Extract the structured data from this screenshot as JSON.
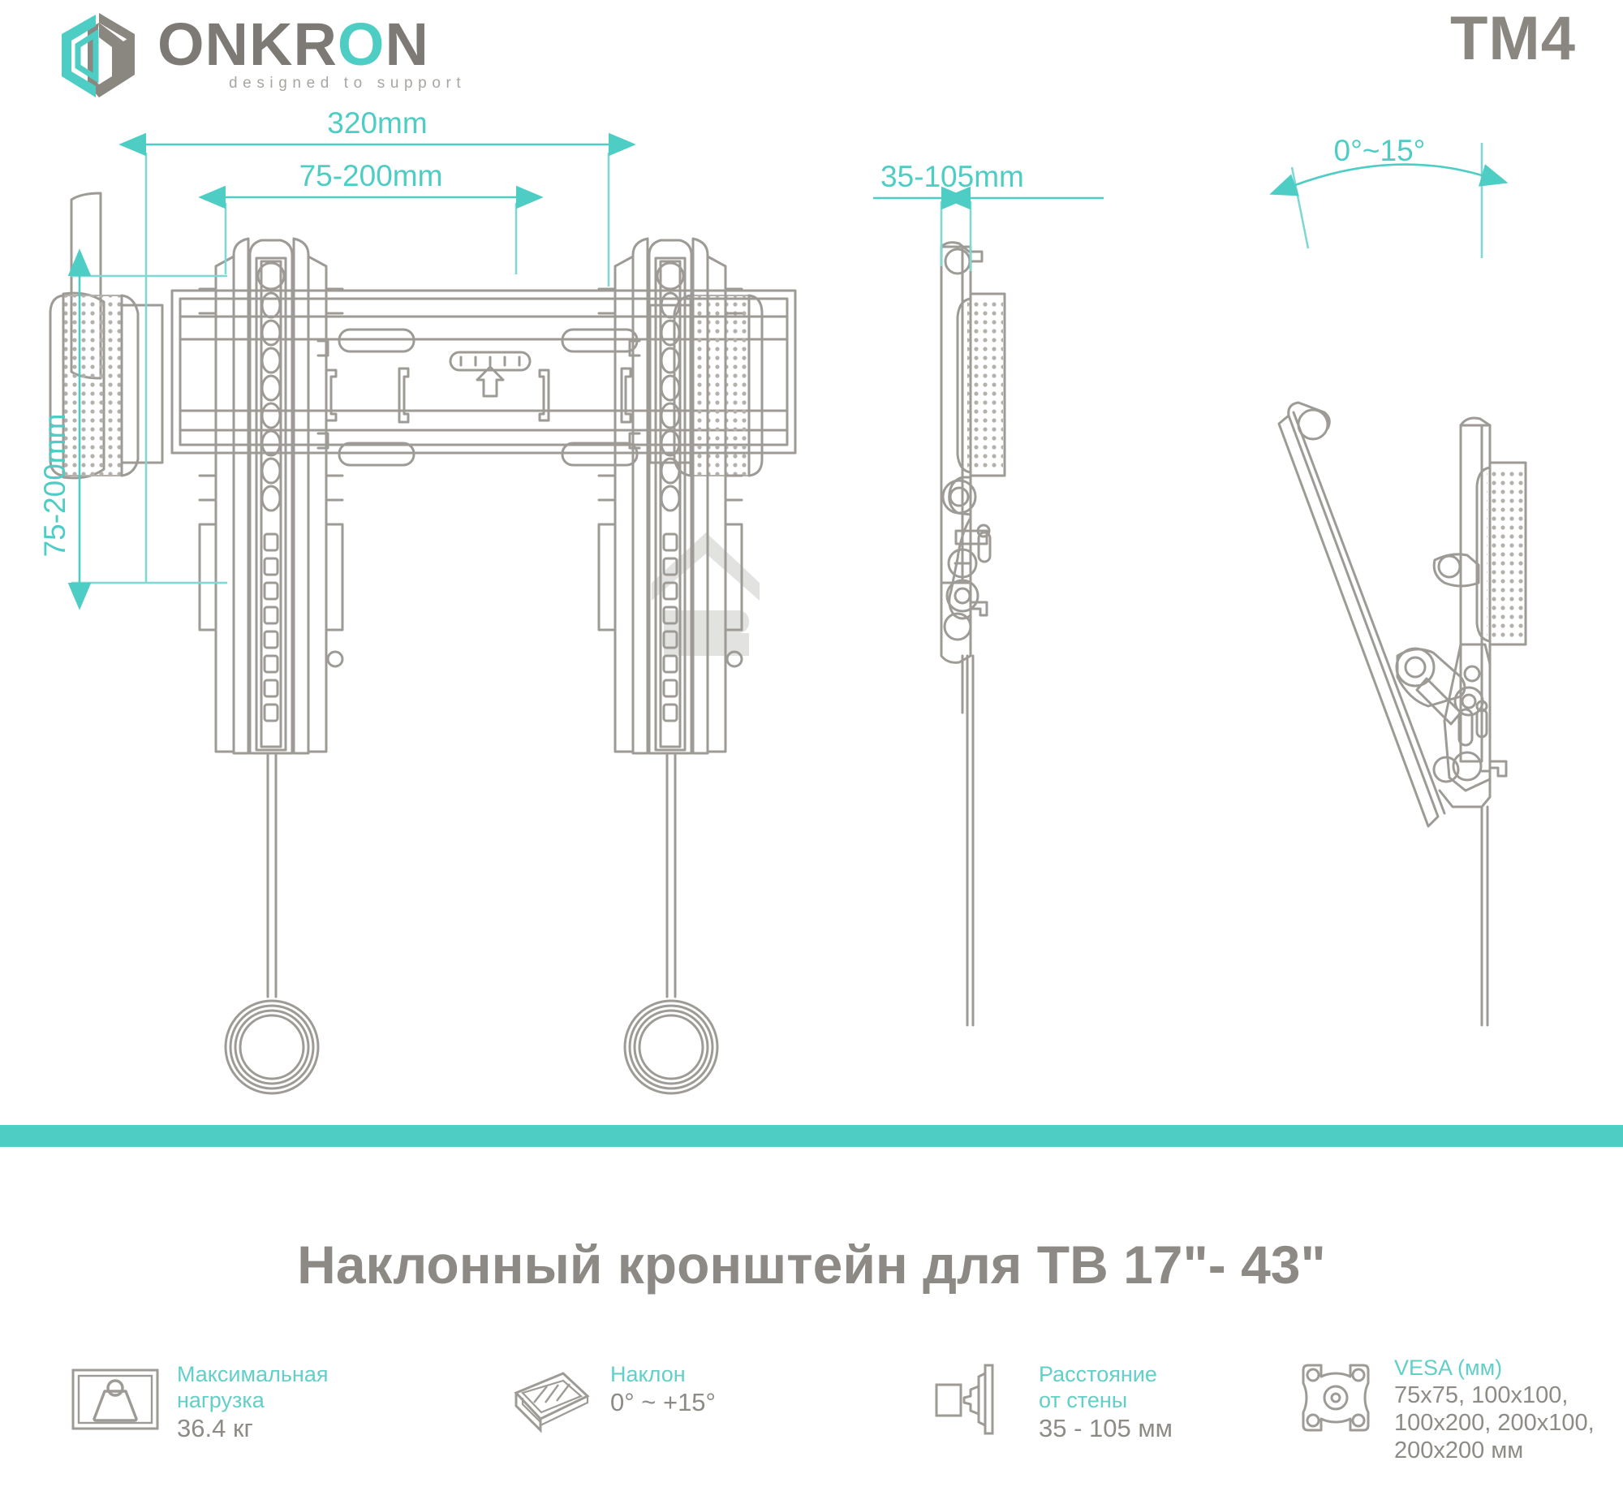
{
  "brand": {
    "name_part1": "ONKR",
    "name_part2": "O",
    "name_part3": "N",
    "tagline": "designed to support",
    "logo_icon": "onkron-cube-logo",
    "color_teal": "#4ecdc4",
    "color_gray": "#7d7a75"
  },
  "model": "TM4",
  "drawing": {
    "front_view": {
      "width_label": "320mm",
      "vesa_horizontal_label": "75-200mm",
      "vesa_vertical_label": "75-200mm"
    },
    "side_view": {
      "wall_distance_label": "35-105mm"
    },
    "tilt_view": {
      "tilt_angle_label": "0°~15°"
    },
    "watermark": "house-roof-watermark"
  },
  "title": "Наклонный кронштейн для ТВ 17\"- 43\"",
  "features": [
    {
      "icon": "max-load-weight-icon",
      "label_line1": "Максимальная",
      "label_line2": "нагрузка",
      "value": "36.4 кг"
    },
    {
      "icon": "tilt-screen-icon",
      "label_line1": "Наклон",
      "label_line2": "",
      "value": "0° ~ +15°"
    },
    {
      "icon": "wall-distance-icon",
      "label_line1": "Расстояние",
      "label_line2": "от стены",
      "value": "35 - 105 мм"
    },
    {
      "icon": "vesa-plate-icon",
      "label_line1": "VESA (мм)",
      "label_line2": "",
      "value_line1": "75x75, 100x100,",
      "value_line2": "100x200, 200x100,",
      "value_line3": "200x200 мм"
    }
  ]
}
